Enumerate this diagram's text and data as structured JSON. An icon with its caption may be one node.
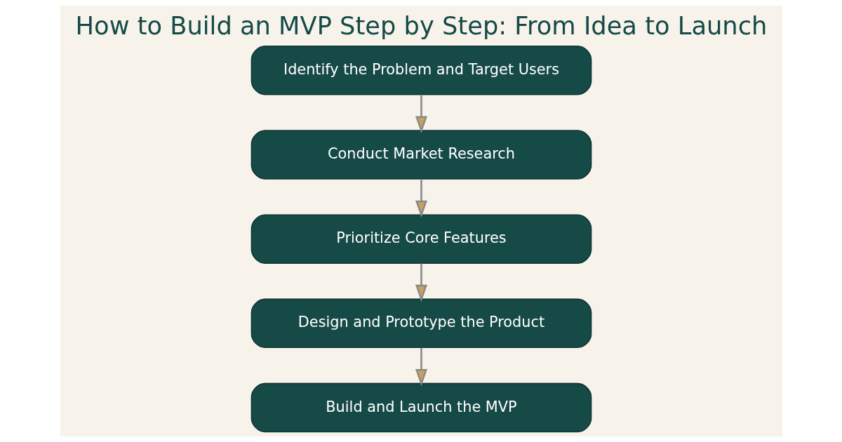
{
  "diagram": {
    "title": "How to Build an MVP Step by Step: From Idea to Launch",
    "nodes": [
      {
        "text": [
          "Identify the Problem and Target Users"
        ]
      },
      {
        "text": [
          "Conduct Market Research"
        ]
      },
      {
        "text": [
          "Prioritize Core Features"
        ]
      },
      {
        "text": [
          "Design and Prototype the Product"
        ]
      },
      {
        "text": [
          "Build and Launch the MVP"
        ]
      }
    ],
    "edges": [
      {
        "from": 0,
        "to": 1,
        "arrow": "to"
      },
      {
        "from": 1,
        "to": 2,
        "arrow": "to"
      },
      {
        "from": 2,
        "to": 3,
        "arrow": "to"
      },
      {
        "from": 3,
        "to": 4,
        "arrow": "to"
      }
    ]
  }
}
